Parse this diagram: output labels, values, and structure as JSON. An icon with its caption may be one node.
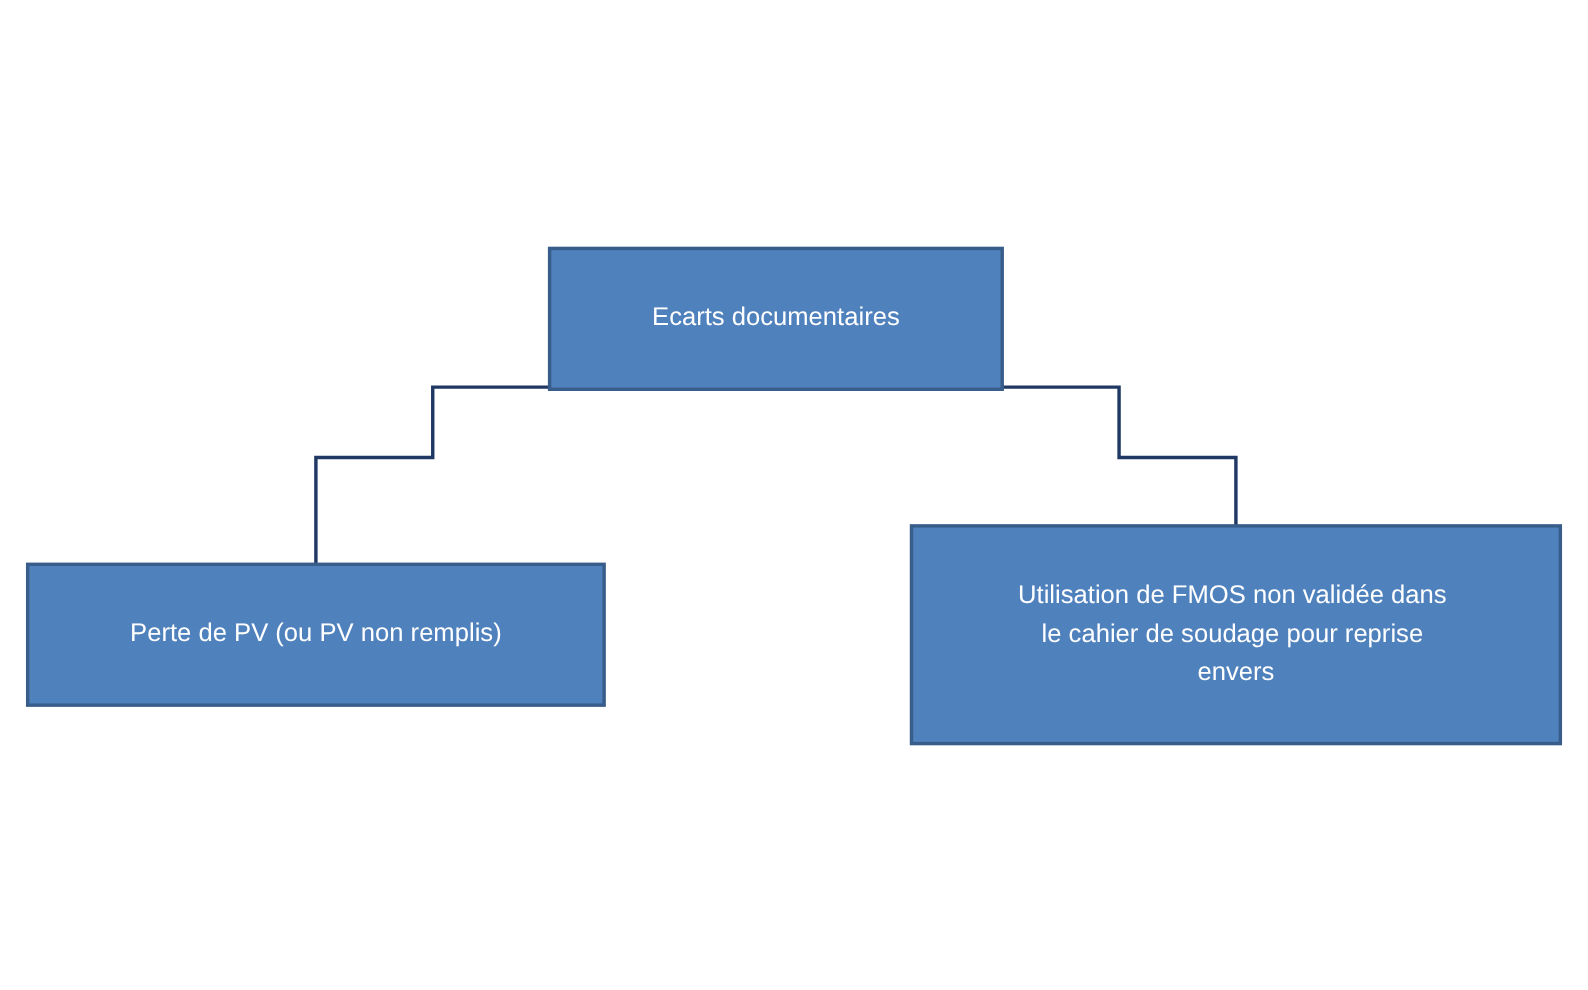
{
  "diagram": {
    "nodes": [
      {
        "text": [
          "Ecarts documentaires"
        ]
      },
      {
        "text": [
          "Perte de PV (ou PV non remplis)"
        ]
      },
      {
        "text": [
          "Utilisation de FMOS non validée dans le cahier de soudage pour reprise envers"
        ]
      }
    ],
    "edges": [
      {
        "from": 0,
        "to": 1,
        "arrow": "none"
      },
      {
        "from": 0,
        "to": 2,
        "arrow": "none"
      }
    ]
  }
}
